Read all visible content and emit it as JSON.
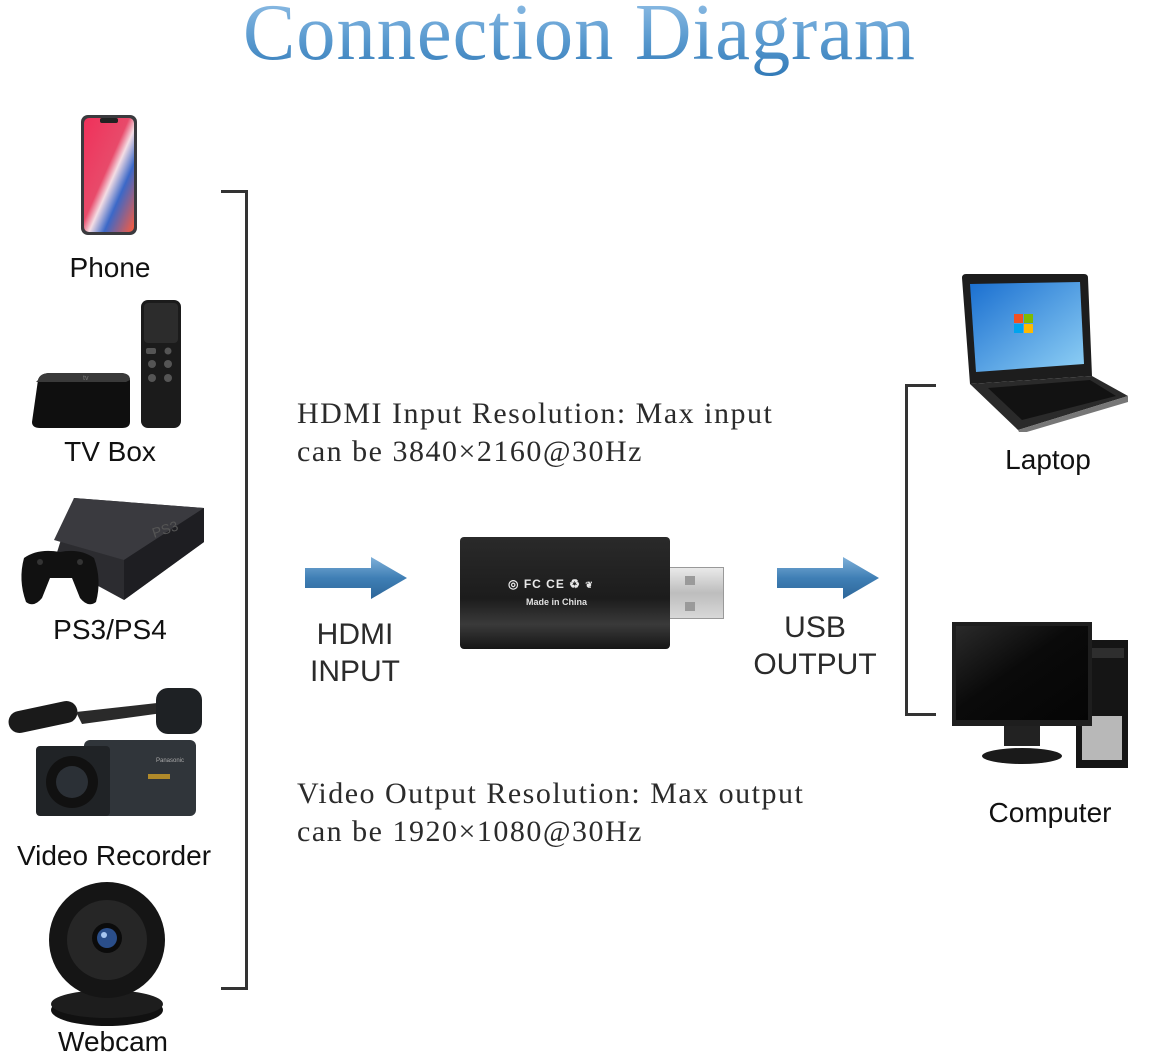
{
  "title": "Connection Diagram",
  "input_devices": [
    {
      "label": "Phone",
      "icon": "phone-icon"
    },
    {
      "label": "TV Box",
      "icon": "tv-box-icon"
    },
    {
      "label": "PS3/PS4",
      "icon": "game-console-icon"
    },
    {
      "label": "Video Recorder",
      "icon": "camcorder-icon"
    },
    {
      "label": "Webcam",
      "icon": "webcam-icon"
    }
  ],
  "output_devices": [
    {
      "label": "Laptop",
      "icon": "laptop-icon"
    },
    {
      "label": "Computer",
      "icon": "desktop-computer-icon"
    }
  ],
  "input_note": {
    "line1": "HDMI Input Resolution: Max input",
    "line2": "can be 3840×2160@30Hz"
  },
  "output_note": {
    "line1": "Video Output Resolution: Max output",
    "line2": "can be 1920×1080@30Hz"
  },
  "input_flow": {
    "line1": "HDMI",
    "line2": "INPUT"
  },
  "output_flow": {
    "line1": "USB",
    "line2": "OUTPUT"
  },
  "adapter": {
    "printed_text": "Made in China",
    "cert_marks": "FC CE"
  },
  "colors": {
    "title_gradient_top": "#9cc6ea",
    "title_gradient_bottom": "#2f78b6",
    "arrow_blue": "#3f7fb5",
    "text_dark": "#2b2b2b"
  }
}
